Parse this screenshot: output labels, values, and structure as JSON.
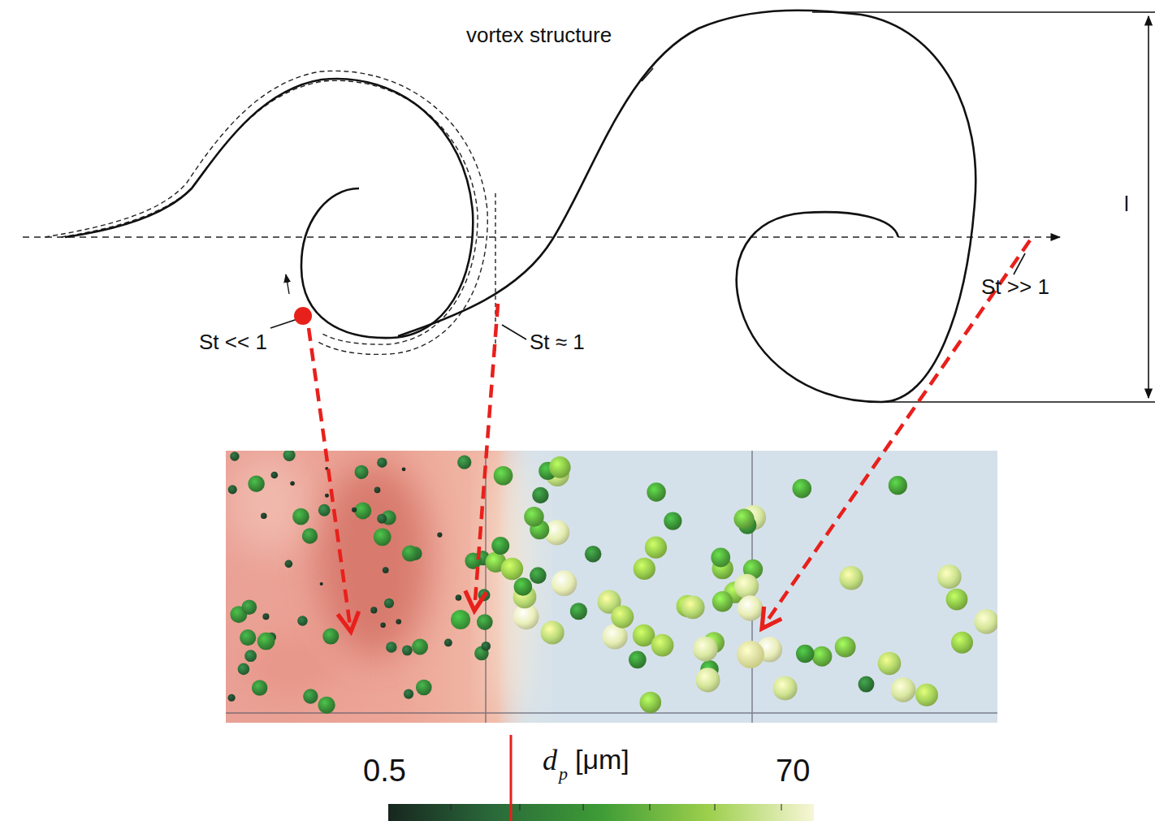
{
  "diagram": {
    "labels": [
      "vortex structure",
      "St << 1",
      "St ≈ 1",
      "St >> 1",
      "l",
      "0.5",
      "d",
      "p",
      "[μm]",
      "70"
    ]
  }
}
